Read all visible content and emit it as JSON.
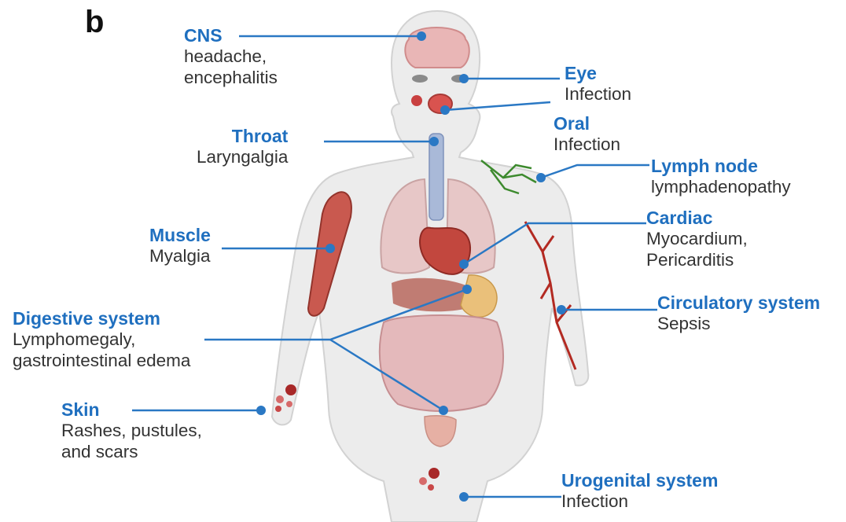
{
  "panel_letter": "b",
  "colors": {
    "title": "#1f6fbf",
    "text": "#333333",
    "connector": "#2a78c4"
  },
  "labels": {
    "cns": {
      "title": "CNS",
      "lines": [
        "headache,",
        "encephalitis"
      ]
    },
    "eye": {
      "title": "Eye",
      "lines": [
        "Infection"
      ]
    },
    "oral": {
      "title": "Oral",
      "lines": [
        "Infection"
      ]
    },
    "throat": {
      "title": "Throat",
      "lines": [
        "Laryngalgia"
      ]
    },
    "lymph": {
      "title": "Lymph node",
      "lines": [
        "lymphadenopathy"
      ]
    },
    "cardiac": {
      "title": "Cardiac",
      "lines": [
        "Myocardium,",
        "Pericarditis"
      ]
    },
    "muscle": {
      "title": "Muscle",
      "lines": [
        "Myalgia"
      ]
    },
    "circulatory": {
      "title": "Circulatory system",
      "lines": [
        "Sepsis"
      ]
    },
    "digestive": {
      "title": "Digestive system",
      "lines": [
        "Lymphomegaly,",
        "gastrointestinal edema"
      ]
    },
    "skin": {
      "title": "Skin",
      "lines": [
        "Rashes, pustules,",
        "and scars"
      ]
    },
    "urogenital": {
      "title": "Urogenital system",
      "lines": [
        "Infection"
      ]
    }
  }
}
